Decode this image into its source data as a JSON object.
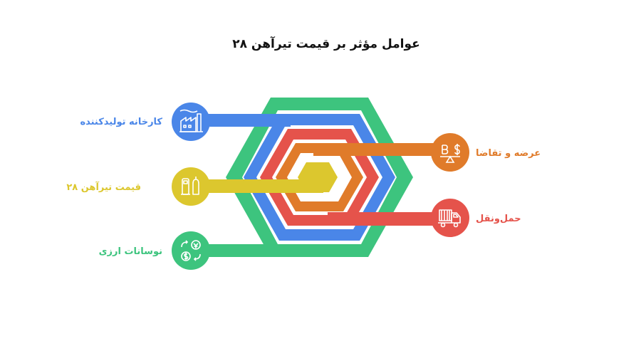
{
  "title": "عوامل مؤثر بر قیمت تیرآهن ۲۸",
  "colors": {
    "green": "#3dc47e",
    "blue": "#4a86e8",
    "red": "#e5534b",
    "orange": "#e07b2a",
    "yellow": "#dcc72e",
    "white": "#ffffff"
  },
  "factors": [
    {
      "label": "کارخانه تولیدکننده",
      "color": "#4a86e8",
      "icon": "factory-icon"
    },
    {
      "label": "قیمت تیرآهن ۲۸",
      "color": "#dcc72e",
      "icon": "fuel-pump-icon"
    },
    {
      "label": "نوسانات ارزی",
      "color": "#3dc47e",
      "icon": "currency-exchange-icon"
    },
    {
      "label": "عرضه و تقاضا",
      "color": "#e07b2a",
      "icon": "balance-scale-icon"
    },
    {
      "label": "حمل‌ونقل",
      "color": "#e5534b",
      "icon": "truck-icon"
    }
  ]
}
